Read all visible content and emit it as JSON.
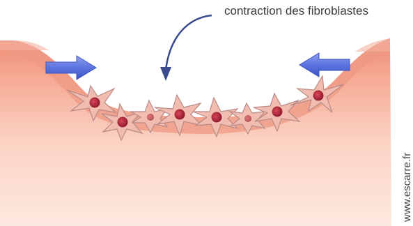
{
  "diagram": {
    "caption": "contraction des fibroblastes",
    "credit": "www.escarre.fr",
    "colors": {
      "tissue_light": "#fde2d6",
      "tissue_mid": "#f7b39e",
      "tissue_dark": "#ee8b74",
      "cell_body": "#f2bdb1",
      "cell_outline": "#b98a86",
      "nucleus": "#b6253a",
      "push_arrow": "#5b74e0",
      "pointer_arrow": "#3a4b8e"
    },
    "icons": {
      "left_arrow": "arrow-right-icon",
      "right_arrow": "arrow-left-icon",
      "pointer": "curved-arrow-down-icon",
      "cell": "fibroblast-icon"
    },
    "fibroblast_count": 8
  }
}
